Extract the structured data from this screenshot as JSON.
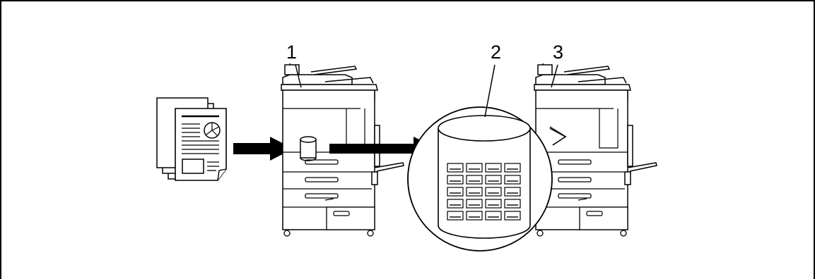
{
  "diagram": {
    "callouts": [
      {
        "label": "1",
        "refers_to": "source-machine"
      },
      {
        "label": "2",
        "refers_to": "storage-database"
      },
      {
        "label": "3",
        "refers_to": "destination-machine"
      }
    ],
    "colors": {
      "ink": "#000000",
      "paper": "#ffffff"
    }
  }
}
